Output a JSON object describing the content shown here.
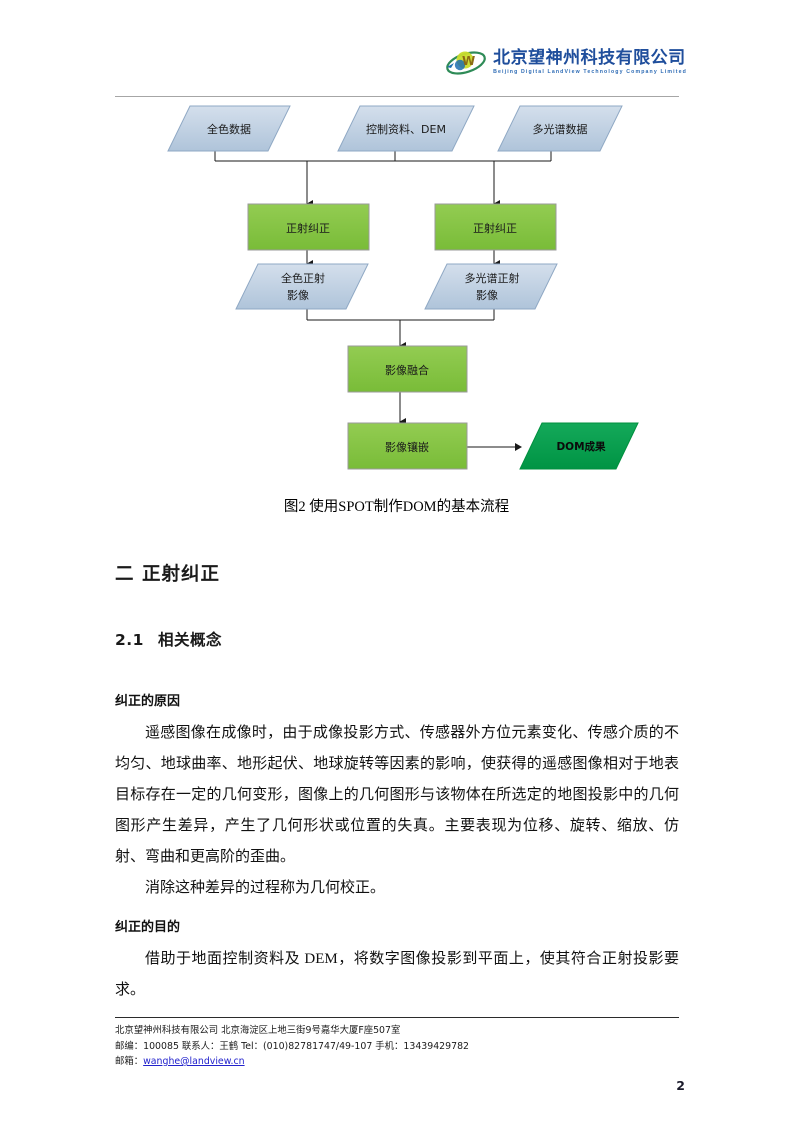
{
  "header": {
    "company_cn": "北京望神州科技有限公司",
    "company_en": "Beijing Digital LandView Technology Company Limited",
    "logo_icon": "swoosh-globe-logo"
  },
  "figure": {
    "caption": "图2  使用SPOT制作DOM的基本流程",
    "nodes": {
      "pan_data": "全色数据",
      "control_dem": "控制资料、DEM",
      "multispectral_data": "多光谱数据",
      "ortho_left": "正射纠正",
      "ortho_right": "正射纠正",
      "pan_ortho_image_l1": "全色正射",
      "pan_ortho_image_l2": "影像",
      "ms_ortho_image_l1": "多光谱正射",
      "ms_ortho_image_l2": "影像",
      "fusion": "影像融合",
      "mosaic": "影像镶嵌",
      "dom_result": "DOM成果"
    },
    "colors": {
      "parallelogram_fill": "#BCCDE0",
      "parallelogram_stroke": "#8FA8C4",
      "process_fill": "#82C341",
      "process_stroke": "#9A9A9A",
      "result_fill": "#00A14B",
      "result_stroke": "#00903F",
      "connector": "#2b2b2b"
    }
  },
  "content": {
    "heading1": "二  正射纠正",
    "heading2_num": "2.1",
    "heading2_text": "相关概念",
    "sub1": "纠正的原因",
    "para1": "遥感图像在成像时，由于成像投影方式、传感器外方位元素变化、传感介质的不均匀、地球曲率、地形起伏、地球旋转等因素的影响，使获得的遥感图像相对于地表目标存在一定的几何变形，图像上的几何图形与该物体在所选定的地图投影中的几何图形产生差异，产生了几何形状或位置的失真。主要表现为位移、旋转、缩放、仿射、弯曲和更高阶的歪曲。",
    "para2": "消除这种差异的过程称为几何校正。",
    "sub2": "纠正的目的",
    "para3": "借助于地面控制资料及 DEM，将数字图像投影到平面上，使其符合正射投影要求。"
  },
  "footer": {
    "line1": "北京望神州科技有限公司  北京海淀区上地三街9号嘉华大厦F座507室",
    "line2": "邮编：100085   联系人：王鹤   Tel：(010)82781747/49‐107   手机：13439429782",
    "line3_label": "邮箱：",
    "line3_email": "wanghe@landview.cn",
    "page_number": "2"
  }
}
